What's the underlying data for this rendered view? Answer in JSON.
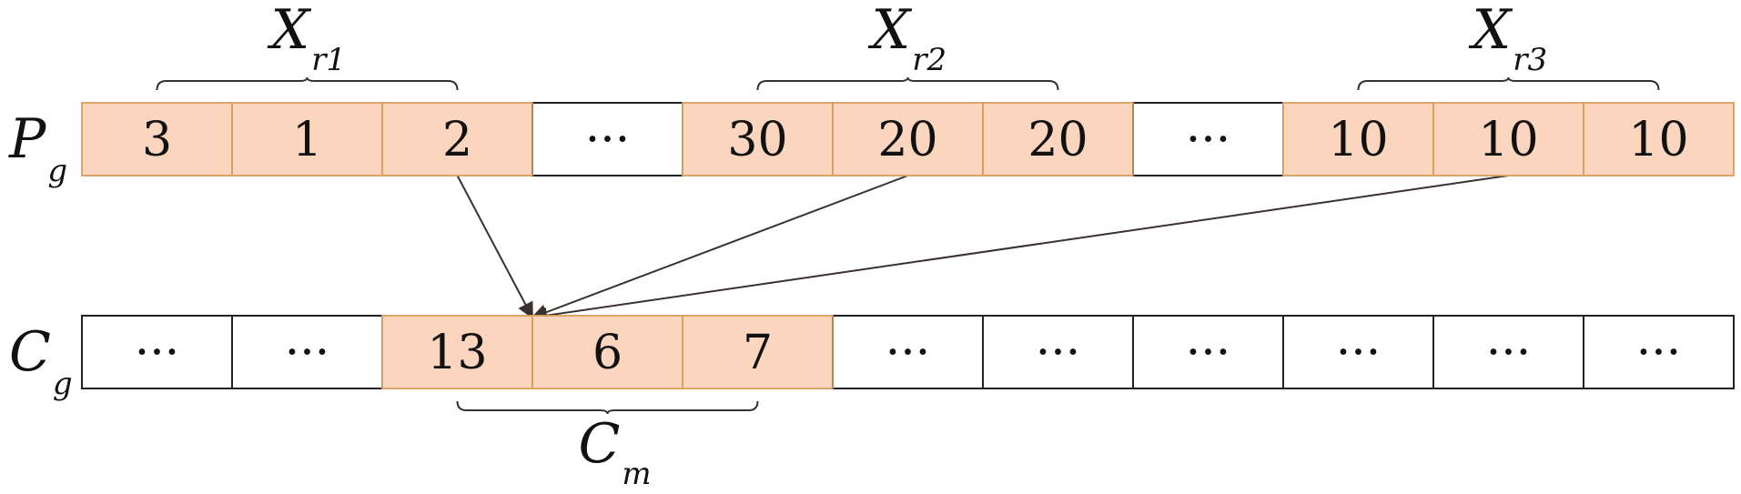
{
  "colors": {
    "highlight_fill": "#fbd5bd",
    "highlight_stroke": "#d9a05e",
    "plain_fill": "#ffffff",
    "plain_stroke": "#222222",
    "arrow": "#3a3030"
  },
  "rows": [
    {
      "id": "pg",
      "label": {
        "main": "P",
        "sub": "g"
      },
      "cells": [
        {
          "text": "3",
          "highlight": true
        },
        {
          "text": "1",
          "highlight": true
        },
        {
          "text": "2",
          "highlight": true
        },
        {
          "text": "···",
          "highlight": false
        },
        {
          "text": "30",
          "highlight": true
        },
        {
          "text": "20",
          "highlight": true
        },
        {
          "text": "20",
          "highlight": true
        },
        {
          "text": "···",
          "highlight": false
        },
        {
          "text": "10",
          "highlight": true
        },
        {
          "text": "10",
          "highlight": true
        },
        {
          "text": "10",
          "highlight": true
        }
      ]
    },
    {
      "id": "cg",
      "label": {
        "main": "C",
        "sub": "g"
      },
      "cells": [
        {
          "text": "···",
          "highlight": false
        },
        {
          "text": "···",
          "highlight": false
        },
        {
          "text": "13",
          "highlight": true
        },
        {
          "text": "6",
          "highlight": true
        },
        {
          "text": "7",
          "highlight": true
        },
        {
          "text": "···",
          "highlight": false
        },
        {
          "text": "···",
          "highlight": false
        },
        {
          "text": "···",
          "highlight": false
        },
        {
          "text": "···",
          "highlight": false
        },
        {
          "text": "···",
          "highlight": false
        },
        {
          "text": "···",
          "highlight": false
        }
      ]
    }
  ],
  "groups": [
    {
      "id": "xr1",
      "row": "pg",
      "from": 0,
      "to": 2,
      "side": "top",
      "label": {
        "main": "X",
        "sub": "r1"
      }
    },
    {
      "id": "xr2",
      "row": "pg",
      "from": 4,
      "to": 6,
      "side": "top",
      "label": {
        "main": "X",
        "sub": "r2"
      }
    },
    {
      "id": "xr3",
      "row": "pg",
      "from": 8,
      "to": 10,
      "side": "top",
      "label": {
        "main": "X",
        "sub": "r3"
      }
    },
    {
      "id": "cm",
      "row": "cg",
      "from": 2,
      "to": 4,
      "side": "bottom",
      "label": {
        "main": "C",
        "sub": "m"
      }
    }
  ],
  "arrows": [
    {
      "from_row": "pg",
      "from_cell": 2,
      "to_row": "cg",
      "to_boundary": 3
    },
    {
      "from_row": "pg",
      "from_cell": 5,
      "to_row": "cg",
      "to_boundary": 3
    },
    {
      "from_row": "pg",
      "from_cell": 9,
      "to_row": "cg",
      "to_boundary": 3
    }
  ]
}
